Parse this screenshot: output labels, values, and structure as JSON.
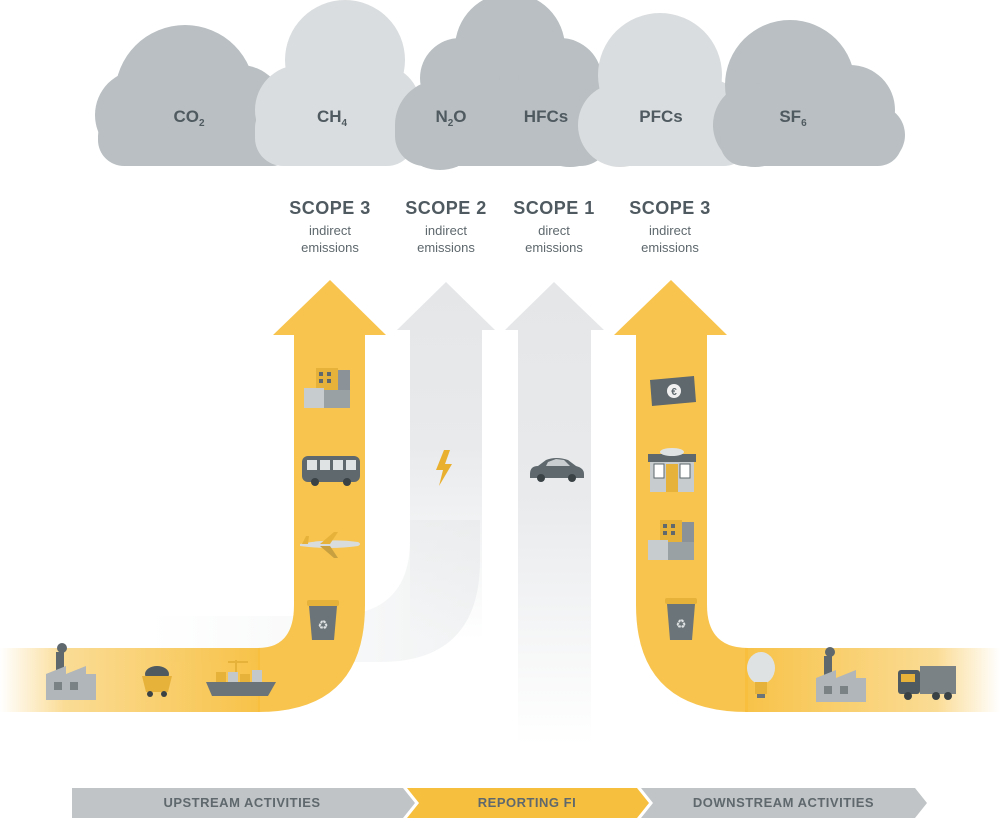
{
  "gases": [
    {
      "base": "CO",
      "sub": "2"
    },
    {
      "base": "CH",
      "sub": "4"
    },
    {
      "base": "N",
      "sub": "2",
      "tail": "O"
    },
    {
      "base": "HFCs",
      "sub": ""
    },
    {
      "base": "PFCs",
      "sub": ""
    },
    {
      "base": "SF",
      "sub": "6"
    }
  ],
  "scopes": [
    {
      "title": "SCOPE 3",
      "line1": "indirect",
      "line2": "emissions"
    },
    {
      "title": "SCOPE 2",
      "line1": "indirect",
      "line2": "emissions"
    },
    {
      "title": "SCOPE 1",
      "line1": "direct",
      "line2": "emissions"
    },
    {
      "title": "SCOPE 3",
      "line1": "indirect",
      "line2": "emissions"
    }
  ],
  "bottom_bar": {
    "upstream": "UPSTREAM ACTIVITIES",
    "reporting": "REPORTING FI",
    "downstream": "DOWNSTREAM ACTIVITIES"
  },
  "icons": {
    "upstream_arrow": [
      "office-building-icon",
      "bus-icon",
      "airplane-icon",
      "recycling-bin-icon"
    ],
    "upstream_base": [
      "factory-icon",
      "coal-cart-icon",
      "cargo-ship-icon"
    ],
    "scope2": [
      "lightning-icon"
    ],
    "scope1": [
      "car-icon"
    ],
    "downstream_arrow": [
      "euro-banknote-icon",
      "shop-icon",
      "office-building-icon",
      "recycling-bin-icon"
    ],
    "downstream_base": [
      "light-bulb-icon",
      "factory-icon",
      "truck-icon"
    ]
  },
  "colors": {
    "cloud_dark": "#b9bfc2",
    "cloud_light": "#dadddf",
    "yellow": "#f7bf3e",
    "arrow_grey": "#e4e6e8",
    "bar_grey": "#c1c4c6",
    "text": "#4f5a60"
  }
}
